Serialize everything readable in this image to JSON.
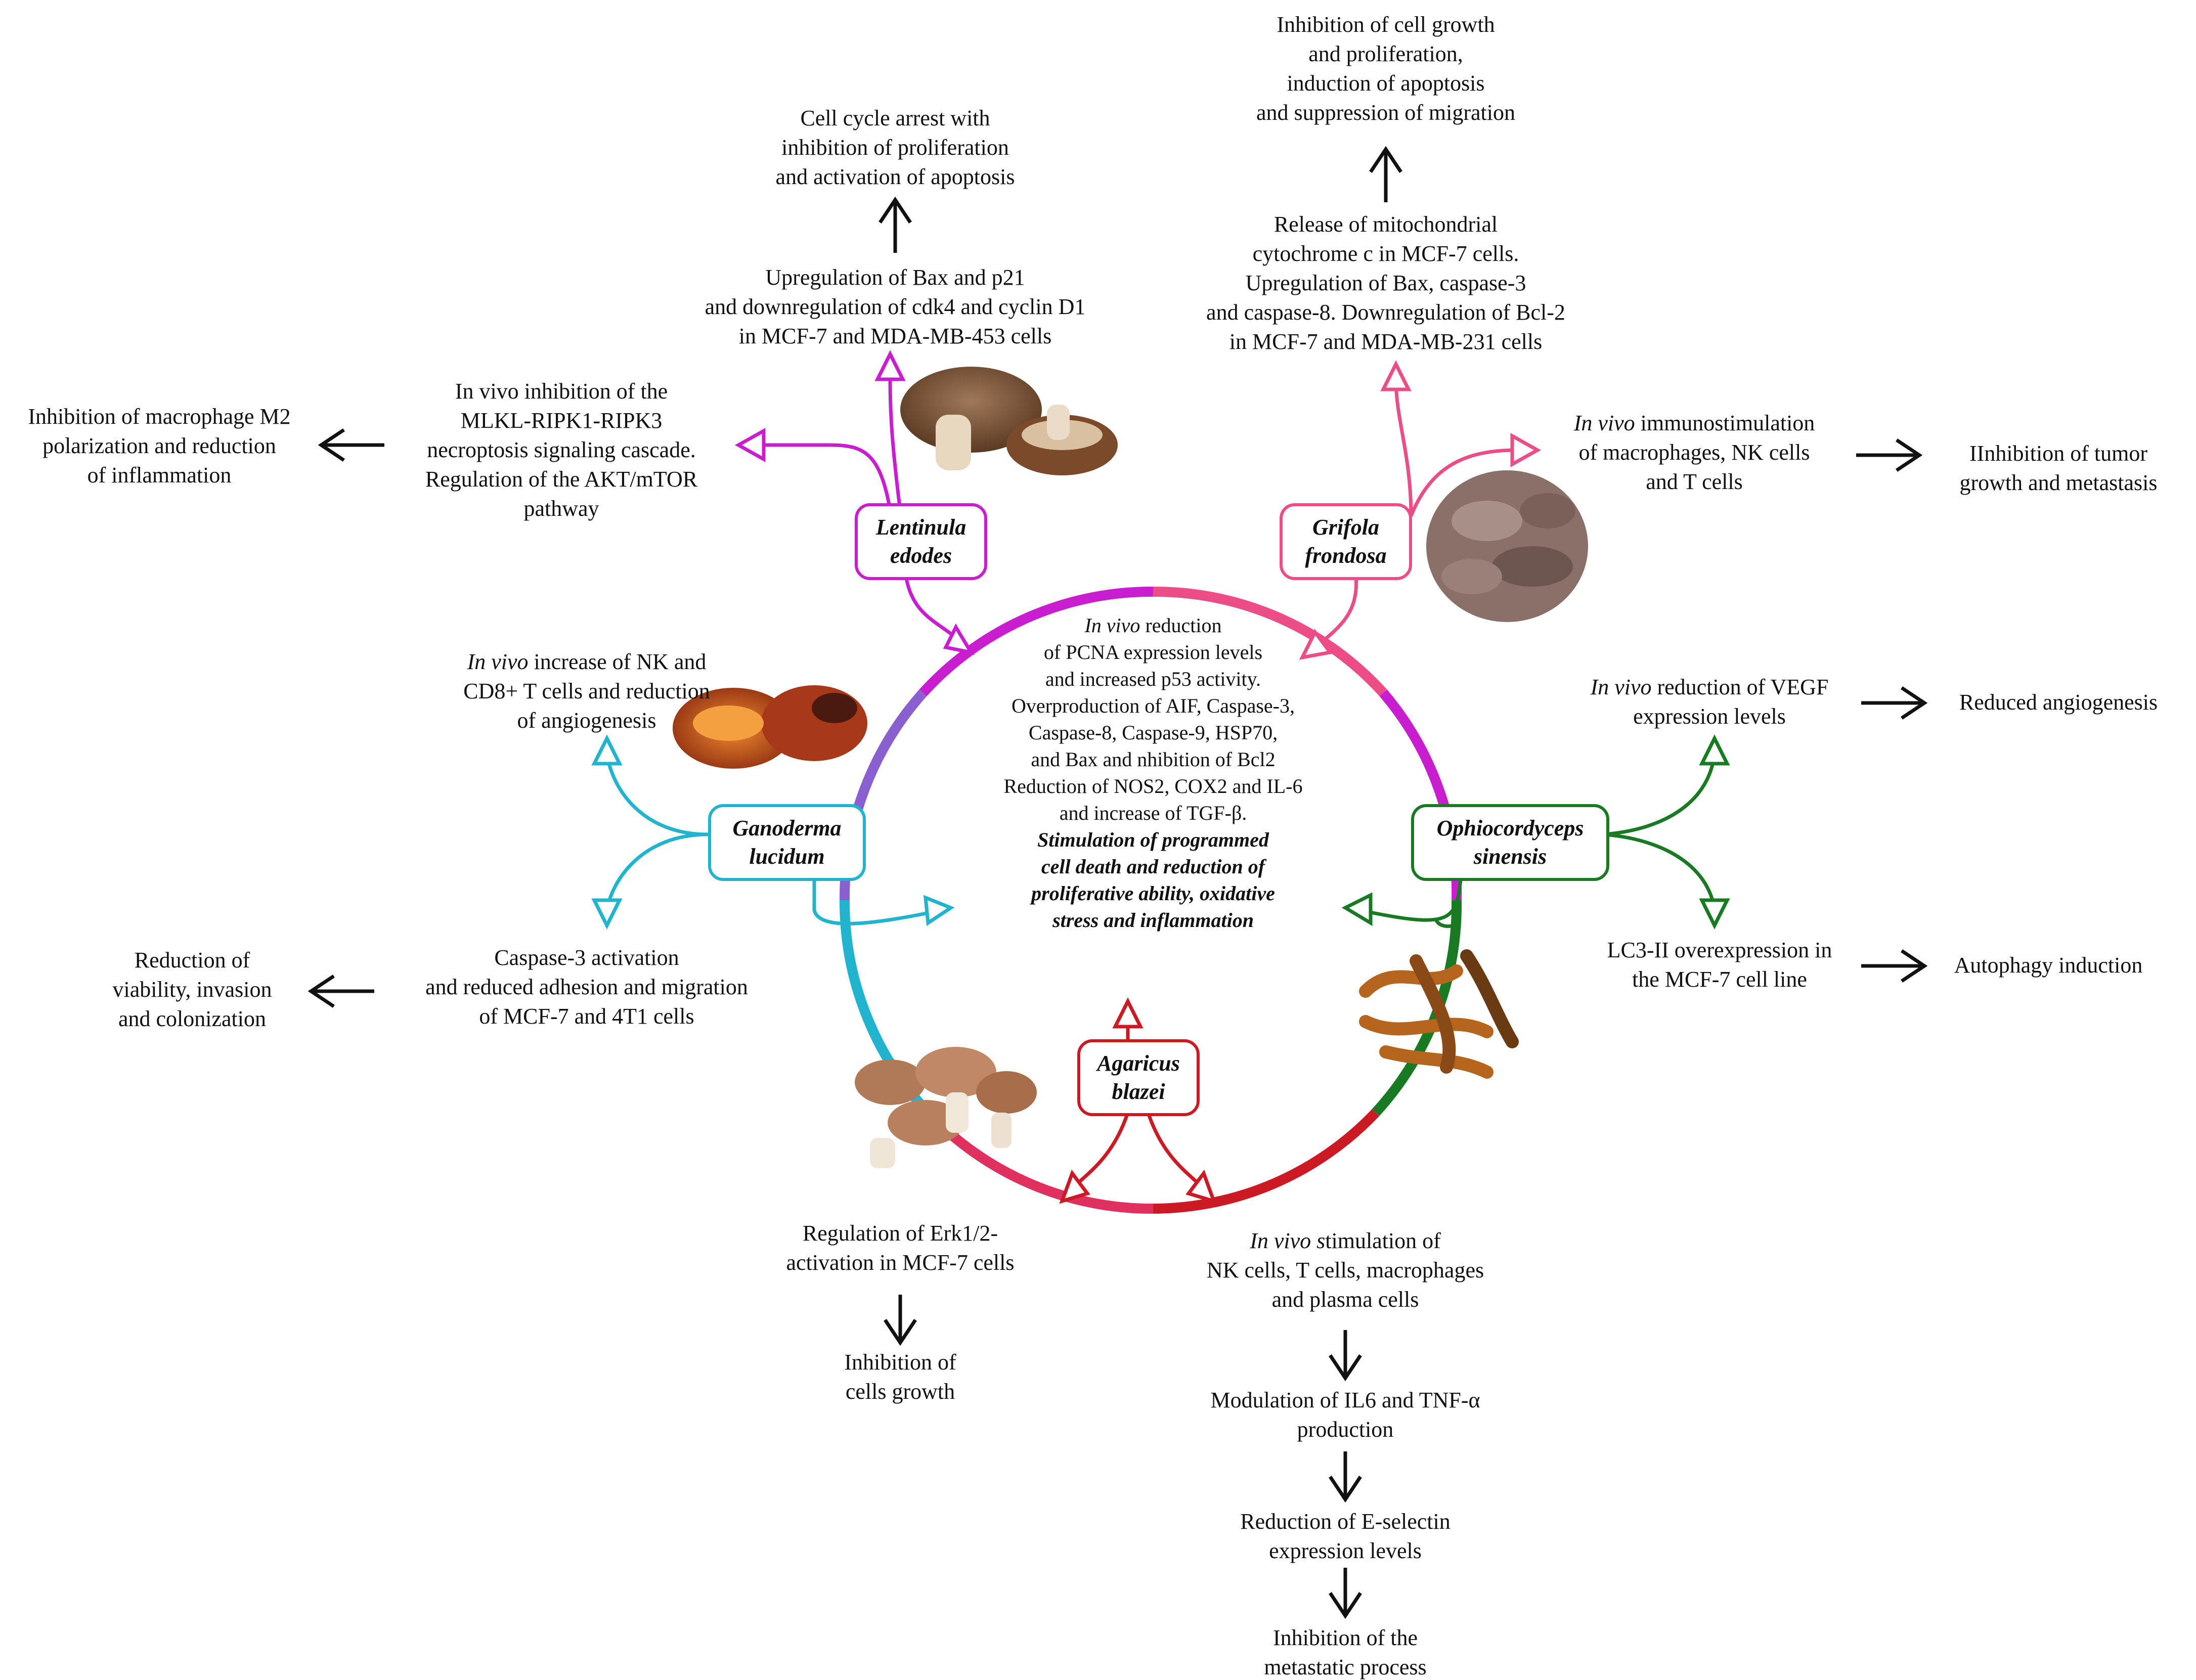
{
  "center": {
    "lines": [
      {
        "pre": "In vivo",
        "rest": " reduction"
      },
      {
        "pre": "",
        "rest": "of PCNA expression levels"
      },
      {
        "pre": "",
        "rest": "and increased p53 activity."
      },
      {
        "pre": "",
        "rest": "Overproduction of AIF, Caspase-3,"
      },
      {
        "pre": "",
        "rest": "Caspase-8, Caspase-9, HSP70,"
      },
      {
        "pre": "",
        "rest": "and Bax and nhibition of Bcl2"
      },
      {
        "pre": "",
        "rest": "Reduction of NOS2, COX2 and IL-6"
      },
      {
        "pre": "",
        "rest": "and increase of TGF-β."
      }
    ],
    "emphasis": [
      "Stimulation of programmed",
      "cell death and reduction of",
      "proliferative ability, oxidative",
      "stress and inflammation"
    ]
  },
  "species": {
    "lentinula": [
      "Lentinula",
      "edodes"
    ],
    "grifola": [
      "Grifola",
      "frondosa"
    ],
    "ganoderma": [
      "Ganoderma",
      "lucidum"
    ],
    "ophiocordyceps": [
      "Ophiocordyceps",
      "sinensis"
    ],
    "agaricus": [
      "Agaricus",
      "blazei"
    ]
  },
  "texts": {
    "lent_top": [
      "Upregulation of Bax and p21",
      "and downregulation of cdk4 and cyclin D1",
      "in MCF-7 and MDA-MB-453 cells"
    ],
    "lent_top_outcome": [
      "Cell cycle arrest with",
      "inhibition of proliferation",
      "and activation of apoptosis"
    ],
    "lent_left": [
      "In vivo inhibition of the",
      "MLKL-RIPK1-RIPK3",
      "necroptosis signaling cascade.",
      "Regulation of the AKT/mTOR",
      "pathway"
    ],
    "lent_left_outcome": [
      "Inhibition of macrophage M2",
      "polarization and reduction",
      "of inflammation"
    ],
    "grif_top": [
      "Release of mitochondrial",
      "cytochrome c in MCF-7 cells.",
      "Upregulation of Bax, caspase-3",
      "and caspase-8. Downregulation of Bcl-2",
      "in MCF-7 and MDA-MB-231 cells"
    ],
    "grif_top_outcome": [
      "Inhibition of cell growth",
      "and proliferation,",
      "induction of apoptosis",
      "and suppression of migration"
    ],
    "grif_right_italic": "In vivo",
    "grif_right": [
      " immunostimulation",
      "of macrophages, NK cells",
      "and T cells"
    ],
    "grif_right_outcome": [
      "IInhibition of tumor",
      "growth and metastasis"
    ],
    "gano_top_italic": "In vivo",
    "gano_top": [
      " increase of NK and",
      "CD8+ T cells and reduction",
      "of angiogenesis"
    ],
    "gano_bottom": [
      "Caspase-3 activation",
      "and reduced adhesion and migration",
      "of MCF-7 and 4T1 cells"
    ],
    "gano_bottom_outcome": [
      "Reduction of",
      "viability, invasion",
      "and colonization"
    ],
    "ophio_top_italic": "In vivo",
    "ophio_top": [
      " reduction of VEGF",
      "expression levels"
    ],
    "ophio_top_outcome": [
      "Reduced angiogenesis"
    ],
    "ophio_bottom": [
      "LC3-II overexpression in",
      "the MCF-7 cell line"
    ],
    "ophio_bottom_outcome": [
      "Autophagy induction"
    ],
    "agar_left": [
      "Regulation of Erk1/2-",
      "activation in MCF-7 cells"
    ],
    "agar_left_outcome": [
      "Inhibition of",
      "cells growth"
    ],
    "agar_right_italic": "In vivo s",
    "agar_right": [
      "timulation of",
      "NK cells, T cells, macrophages",
      "and plasma cells"
    ],
    "agar_step2": [
      "Modulation of IL6 and TNF-α",
      "production"
    ],
    "agar_step3": [
      "Reduction of E-selectin",
      "expression levels"
    ],
    "agar_step4": [
      "Inhibition of the",
      "metastatic process"
    ]
  },
  "colors": {
    "lentinula": "#c81ecf",
    "grifola": "#ec4d86",
    "ganoderma": "#22b4cf",
    "ophiocordyceps": "#1a7a24",
    "agaricus": "#cc1a24",
    "arrow_black": "#111111"
  },
  "images": [
    "shiitake-mushroom-image",
    "maitake-mushroom-image",
    "reishi-mushroom-image",
    "cordyceps-image",
    "agaricus-mushroom-image"
  ]
}
